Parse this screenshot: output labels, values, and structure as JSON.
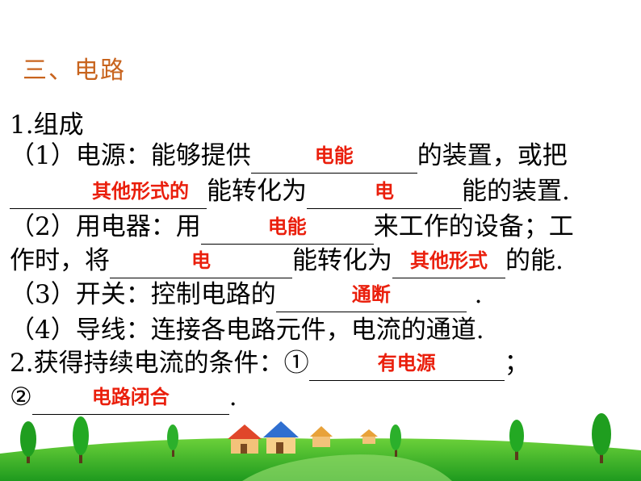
{
  "title": "三、电路",
  "l1": "1.组成",
  "l2": {
    "a": "（1）电源：能够提供",
    "ans1": "电能",
    "b": "的装置，或把"
  },
  "l3": {
    "ans1": "其他形式的",
    "a": "能转化为",
    "ans2": "电",
    "b": "能的装置."
  },
  "l4": {
    "a": "（2）用电器：用",
    "ans1": "电能",
    "b": "来工作的设备；工"
  },
  "l5": {
    "a": "作时，将",
    "ans1": "电",
    "b": "能转化为",
    "ans2": "其他形式",
    "c": "的能."
  },
  "l6": {
    "a": "（3）开关：控制电路的",
    "ans1": "通断",
    "b": " ."
  },
  "l7": "（4）导线：连接各电路元件，电流的通道.",
  "l8": {
    "a": "2.获得持续电流的条件：①",
    "ans1": "有电源",
    "b": "；"
  },
  "l9": {
    "a": "②",
    "ans1": "电路闭合",
    "b": "."
  },
  "colors": {
    "title": "#c8641e",
    "answer": "#ea1f0c",
    "grass": "#22b022"
  }
}
